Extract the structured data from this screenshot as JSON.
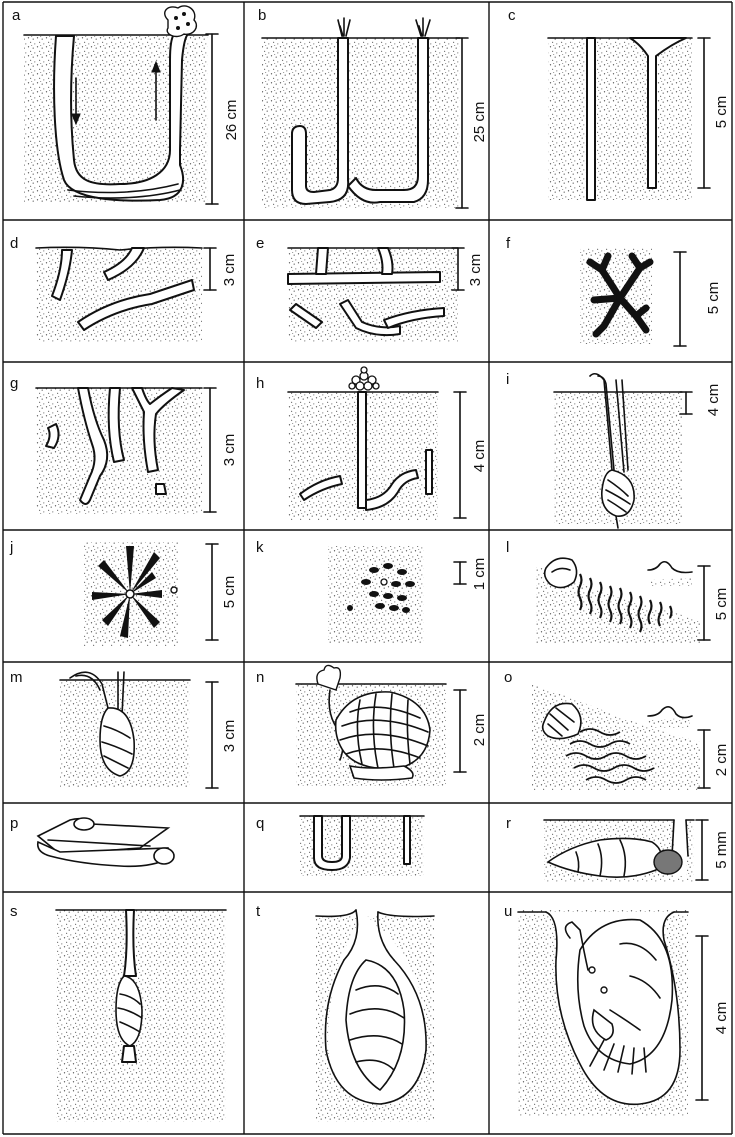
{
  "figure": {
    "panels": [
      {
        "letter": "a",
        "scale": "26 cm"
      },
      {
        "letter": "b",
        "scale": "25 cm"
      },
      {
        "letter": "c",
        "scale": "5 cm"
      },
      {
        "letter": "d",
        "scale": "3 cm"
      },
      {
        "letter": "e",
        "scale": "3 cm"
      },
      {
        "letter": "f",
        "scale": "5 cm"
      },
      {
        "letter": "g",
        "scale": "3 cm"
      },
      {
        "letter": "h",
        "scale": "4 cm"
      },
      {
        "letter": "i",
        "scale": "4 cm"
      },
      {
        "letter": "j",
        "scale": "5 cm"
      },
      {
        "letter": "k",
        "scale": "1 cm"
      },
      {
        "letter": "l",
        "scale": "5 cm"
      },
      {
        "letter": "m",
        "scale": "3 cm"
      },
      {
        "letter": "n",
        "scale": "2 cm"
      },
      {
        "letter": "o",
        "scale": "2 cm"
      },
      {
        "letter": "p",
        "scale": ""
      },
      {
        "letter": "q",
        "scale": ""
      },
      {
        "letter": "r",
        "scale": "5 mm"
      },
      {
        "letter": "s",
        "scale": ""
      },
      {
        "letter": "t",
        "scale": ""
      },
      {
        "letter": "u",
        "scale": "4 cm"
      }
    ]
  }
}
